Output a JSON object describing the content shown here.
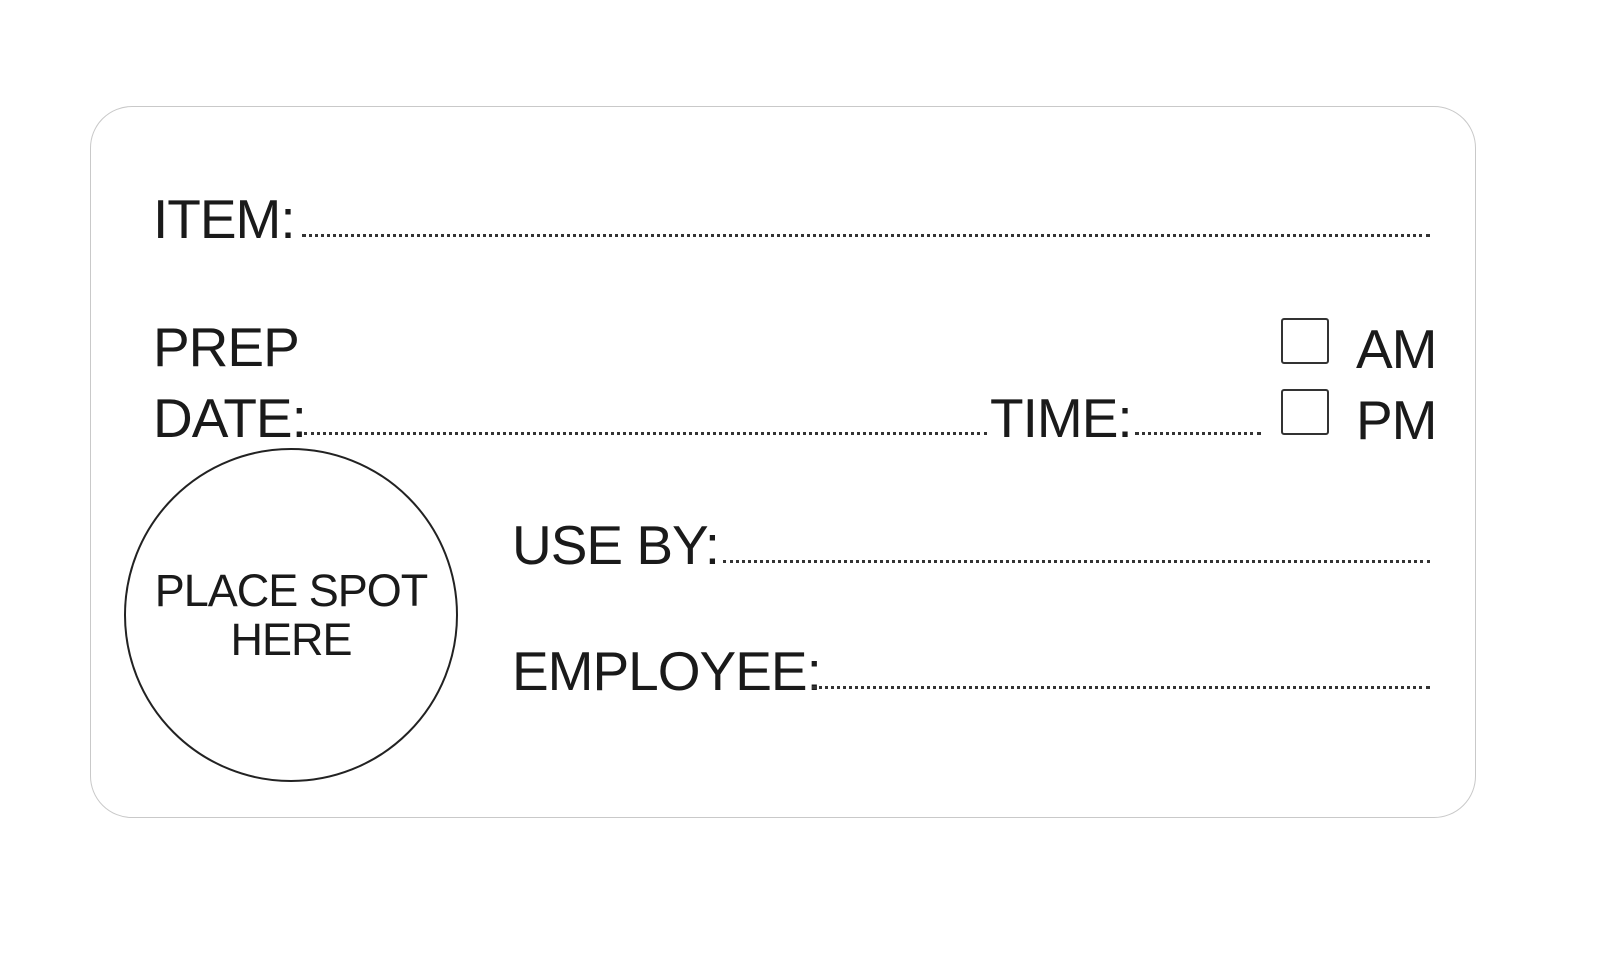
{
  "label": {
    "item_label": "ITEM:",
    "prep_label_line1": "PREP",
    "prep_label_line2": "DATE:",
    "time_label": "TIME:",
    "am_label": "AM",
    "pm_label": "PM",
    "spot_line1": "PLACE SPOT",
    "spot_line2": "HERE",
    "use_by_label": "USE BY:",
    "employee_label": "EMPLOYEE:"
  },
  "colors": {
    "text": "#1a1a1a",
    "border": "#c9c9c9"
  }
}
